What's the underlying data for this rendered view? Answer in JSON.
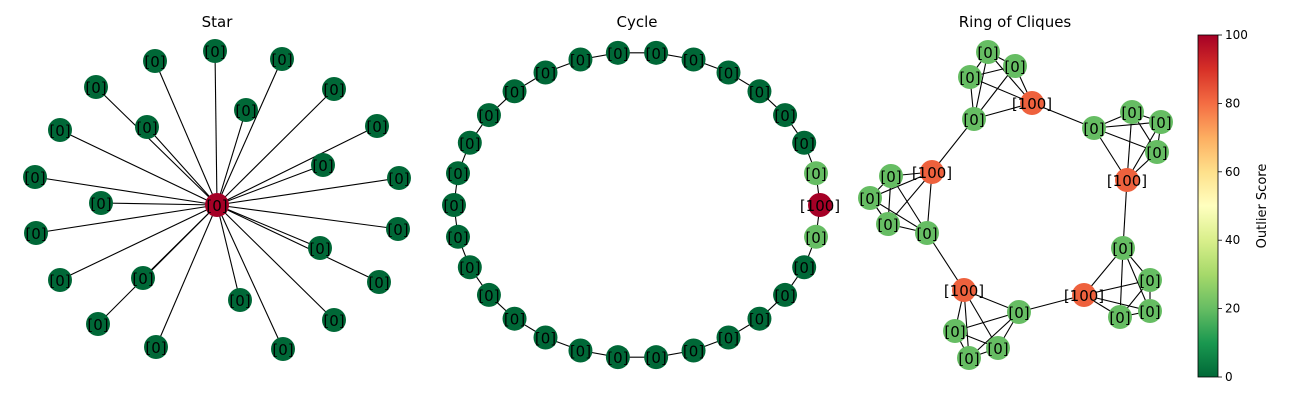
{
  "panels": [
    {
      "title": "Star",
      "graph": "star",
      "node_count": 25,
      "hub_score": 100,
      "leaf_score": 0,
      "label_hub": "[0]",
      "label_leaf": "[0]"
    },
    {
      "title": "Cycle",
      "graph": "cycle",
      "node_count": 30,
      "anomaly_scores": [
        100,
        20,
        20
      ],
      "label_default": "[0]",
      "label_anomaly": "[100]"
    },
    {
      "title": "Ring of Cliques",
      "graph": "ring_of_cliques",
      "clique_count": 5,
      "clique_size": 5,
      "connector_score": 82,
      "member_score": 20,
      "label_connector": "[100]",
      "label_member": "[0]"
    }
  ],
  "colorbar": {
    "label": "Outlier Score",
    "ticks": [
      "0",
      "20",
      "40",
      "60",
      "80",
      "100"
    ],
    "min": 0,
    "max": 100,
    "colormap": "RdYlGn_r",
    "stops": [
      "#006837",
      "#1a9850",
      "#66bd63",
      "#a6d96a",
      "#d9ef8b",
      "#ffffbf",
      "#fee08b",
      "#fdae61",
      "#f46d43",
      "#d73027",
      "#a50026"
    ]
  }
}
